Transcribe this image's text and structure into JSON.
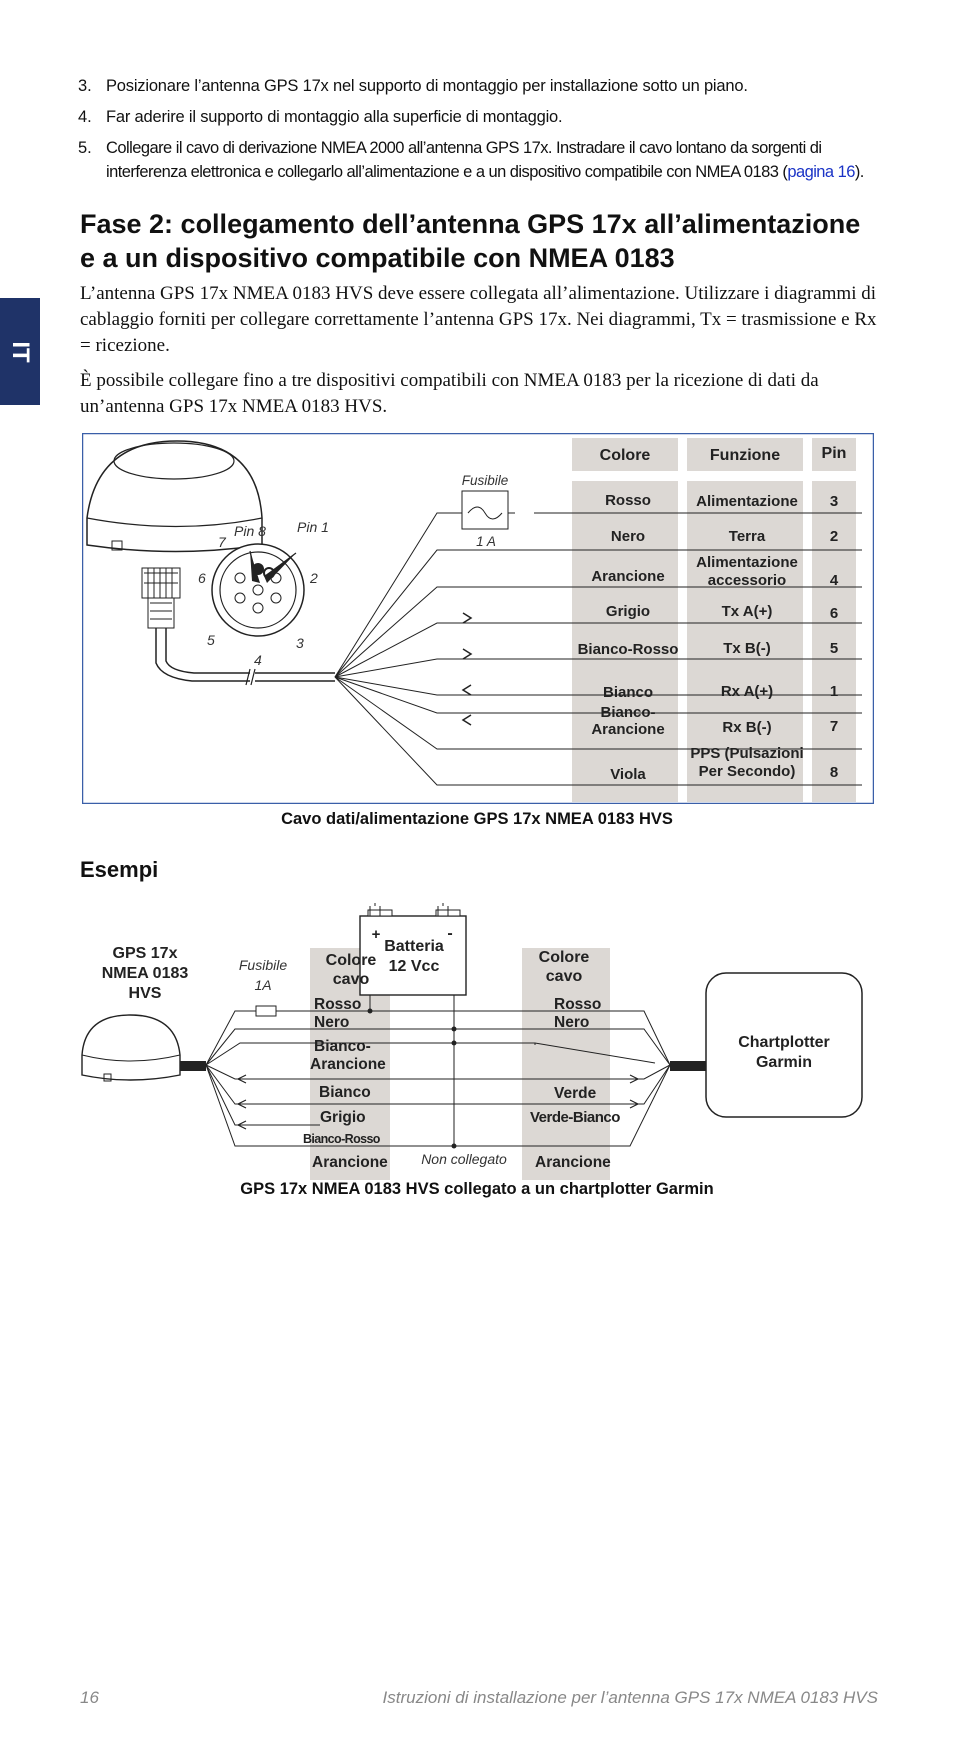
{
  "steps": [
    {
      "num": "3.",
      "text": "Posizionare l’antenna GPS 17x nel supporto di montaggio per installazione sotto un piano."
    },
    {
      "num": "4.",
      "text": "Far aderire il supporto di montaggio alla superficie di montaggio."
    },
    {
      "num": "5.",
      "text_before": "Collegare il cavo di derivazione NMEA 2000 all’antenna GPS 17x. Instradare il cavo lontano da sorgenti di interferenza elettronica e collegarlo all’alimentazione e a un dispositivo compatibile con NMEA 0183 (",
      "link": "pagina 16",
      "text_after": ")."
    }
  ],
  "side_tab": "IT",
  "heading": "Fase 2: collegamento dell’antenna GPS 17x all’alimentazione e a un dispositivo compatibile con NMEA 0183",
  "para1": "L’antenna GPS 17x NMEA 0183 HVS deve essere collegata all’alimentazione. Utilizzare i diagrammi di cablaggio forniti per collegare correttamente l’antenna GPS 17x. Nei diagrammi, Tx = trasmissione e Rx = ricezione.",
  "para2": "È possibile collegare fino a tre dispositivi compatibili con NMEA 0183 per la ricezione di dati da un’antenna GPS 17x NMEA 0183 HVS.",
  "diagram1": {
    "headers": {
      "color": "Colore",
      "function": "Funzione",
      "pin": "Pin"
    },
    "fuse_label": "Fusibile",
    "fuse_value": "1 A",
    "pin8": "Pin 8",
    "pin1": "Pin 1",
    "pin_numbers": [
      "7",
      "6",
      "2",
      "5",
      "3",
      "4"
    ],
    "rows": [
      {
        "color": "Rosso",
        "function": "Alimentazione",
        "pin": "3"
      },
      {
        "color": "Nero",
        "function": "Terra",
        "pin": "2"
      },
      {
        "color": "Arancione",
        "function1": "Alimentazione",
        "function2": "accessorio",
        "pin": "4"
      },
      {
        "color": "Grigio",
        "function": "Tx A(+)",
        "pin": "6"
      },
      {
        "color": "Bianco-Rosso",
        "function": "Tx B(-)",
        "pin": "5"
      },
      {
        "color": "Bianco",
        "function": "Rx A(+)",
        "pin": "1"
      },
      {
        "color1": "Bianco-",
        "color2": "Arancione",
        "function": "Rx B(-)",
        "pin": "7"
      },
      {
        "color": "Viola",
        "function1": "PPS (Pulsazioni",
        "function2": "Per Secondo)",
        "pin": "8"
      }
    ],
    "caption": "Cavo dati/alimentazione GPS 17x NMEA 0183 HVS"
  },
  "examples_heading": "Esempi",
  "diagram2": {
    "device": [
      "GPS 17x",
      "NMEA 0183",
      "HVS"
    ],
    "fuse": [
      "Fusibile",
      "1A"
    ],
    "battery": [
      "Batteria",
      "12 Vcc"
    ],
    "battery_plus": "+",
    "battery_minus": "-",
    "col_header_left": [
      "Colore",
      "cavo"
    ],
    "col_header_right": [
      "Colore",
      "cavo"
    ],
    "left_colors": [
      "Rosso",
      "Nero",
      "Bianco-",
      "Arancione",
      "Bianco",
      "Grigio",
      "Bianco-Rosso",
      "Arancione"
    ],
    "right_colors": [
      "Rosso",
      "Nero",
      "Verde",
      "Verde-Bianco",
      "Arancione"
    ],
    "not_connected": "Non collegato",
    "chartplotter": [
      "Chartplotter",
      "Garmin"
    ],
    "caption": "GPS 17x NMEA 0183 HVS collegato a un chartplotter Garmin"
  },
  "footer": {
    "page": "16",
    "title": "Istruzioni di installazione per l’antenna GPS 17x NMEA 0183 HVS"
  }
}
